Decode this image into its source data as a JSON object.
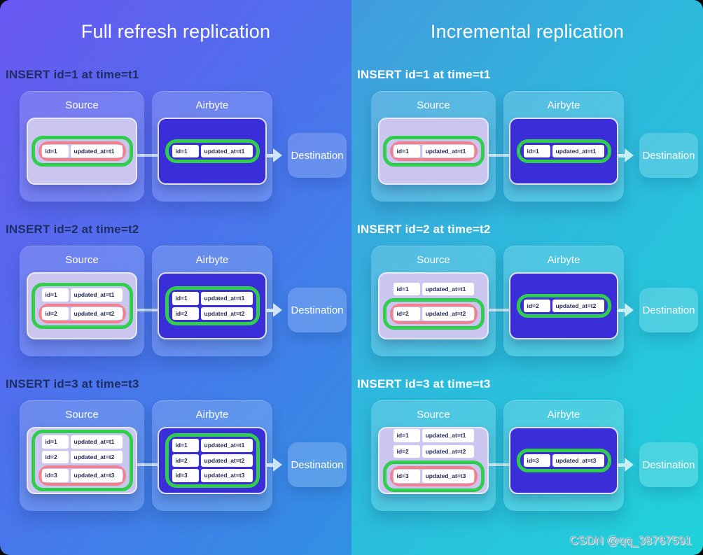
{
  "watermark": "CSDN @qq_38767591",
  "colors": {
    "left_bg_start": "#6a57f1",
    "left_bg_mid": "#4b73ec",
    "left_bg_end": "#3191e3",
    "right_bg_start": "#419bdd",
    "right_bg_mid": "#2db9dc",
    "right_bg_end": "#20d2da",
    "highlight_green": "#31cd4d",
    "highlight_pink": "#f2818f",
    "source_card": "#cbc6f0",
    "airbyte_card": "#3a2ed8",
    "row_text": "#252a56",
    "label_dark": "#1e2e64",
    "arrow_left": "#cfe4fa",
    "arrow_right": "#c8eef6"
  },
  "columns": [
    {
      "title": "Full refresh replication",
      "sections": [
        {
          "label": "INSERT id=1 at time=t1",
          "source": {
            "title": "Source",
            "rows_outside": [],
            "ring_rows": [
              {
                "id": "id=1",
                "updated": "updated_at=t1",
                "changed": true
              }
            ]
          },
          "airbyte": {
            "title": "Airbyte",
            "rows_outside": [],
            "ring_rows": [
              {
                "id": "id=1",
                "updated": "updated_at=t1",
                "changed": false
              }
            ]
          },
          "destination": "Destination"
        },
        {
          "label": "INSERT id=2 at time=t2",
          "source": {
            "title": "Source",
            "rows_outside": [],
            "ring_rows": [
              {
                "id": "id=1",
                "updated": "updated_at=t1",
                "changed": false
              },
              {
                "id": "id=2",
                "updated": "updated_at=t2",
                "changed": true
              }
            ]
          },
          "airbyte": {
            "title": "Airbyte",
            "rows_outside": [],
            "ring_rows": [
              {
                "id": "id=1",
                "updated": "updated_at=t1",
                "changed": false
              },
              {
                "id": "id=2",
                "updated": "updated_at=t2",
                "changed": false
              }
            ]
          },
          "destination": "Destination"
        },
        {
          "label": "INSERT id=3 at time=t3",
          "source": {
            "title": "Source",
            "rows_outside": [],
            "ring_rows": [
              {
                "id": "id=1",
                "updated": "updated_at=t1",
                "changed": false
              },
              {
                "id": "id=2",
                "updated": "updated_at=t2",
                "changed": false
              },
              {
                "id": "id=3",
                "updated": "updated_at=t3",
                "changed": true
              }
            ]
          },
          "airbyte": {
            "title": "Airbyte",
            "rows_outside": [],
            "ring_rows": [
              {
                "id": "id=1",
                "updated": "updated_at=t1",
                "changed": false
              },
              {
                "id": "id=2",
                "updated": "updated_at=t2",
                "changed": false
              },
              {
                "id": "id=3",
                "updated": "updated_at=t3",
                "changed": false
              }
            ]
          },
          "destination": "Destination"
        }
      ]
    },
    {
      "title": "Incremental replication",
      "sections": [
        {
          "label": "INSERT id=1 at time=t1",
          "source": {
            "title": "Source",
            "rows_outside": [],
            "ring_rows": [
              {
                "id": "id=1",
                "updated": "updated_at=t1",
                "changed": true
              }
            ]
          },
          "airbyte": {
            "title": "Airbyte",
            "rows_outside": [],
            "ring_rows": [
              {
                "id": "id=1",
                "updated": "updated_at=t1",
                "changed": false
              }
            ]
          },
          "destination": "Destination"
        },
        {
          "label": "INSERT id=2 at time=t2",
          "source": {
            "title": "Source",
            "rows_outside": [
              {
                "id": "id=1",
                "updated": "updated_at=t1",
                "changed": false
              }
            ],
            "ring_rows": [
              {
                "id": "id=2",
                "updated": "updated_at=t2",
                "changed": true
              }
            ]
          },
          "airbyte": {
            "title": "Airbyte",
            "rows_outside": [],
            "ring_rows": [
              {
                "id": "id=2",
                "updated": "updated_at=t2",
                "changed": false
              }
            ]
          },
          "destination": "Destination"
        },
        {
          "label": "INSERT id=3 at time=t3",
          "source": {
            "title": "Source",
            "rows_outside": [
              {
                "id": "id=1",
                "updated": "updated_at=t1",
                "changed": false
              },
              {
                "id": "id=2",
                "updated": "updated_at=t2",
                "changed": false
              }
            ],
            "ring_rows": [
              {
                "id": "id=3",
                "updated": "updated_at=t3",
                "changed": true
              }
            ]
          },
          "airbyte": {
            "title": "Airbyte",
            "rows_outside": [],
            "ring_rows": [
              {
                "id": "id=3",
                "updated": "updated_at=t3",
                "changed": false
              }
            ]
          },
          "destination": "Destination"
        }
      ]
    }
  ]
}
